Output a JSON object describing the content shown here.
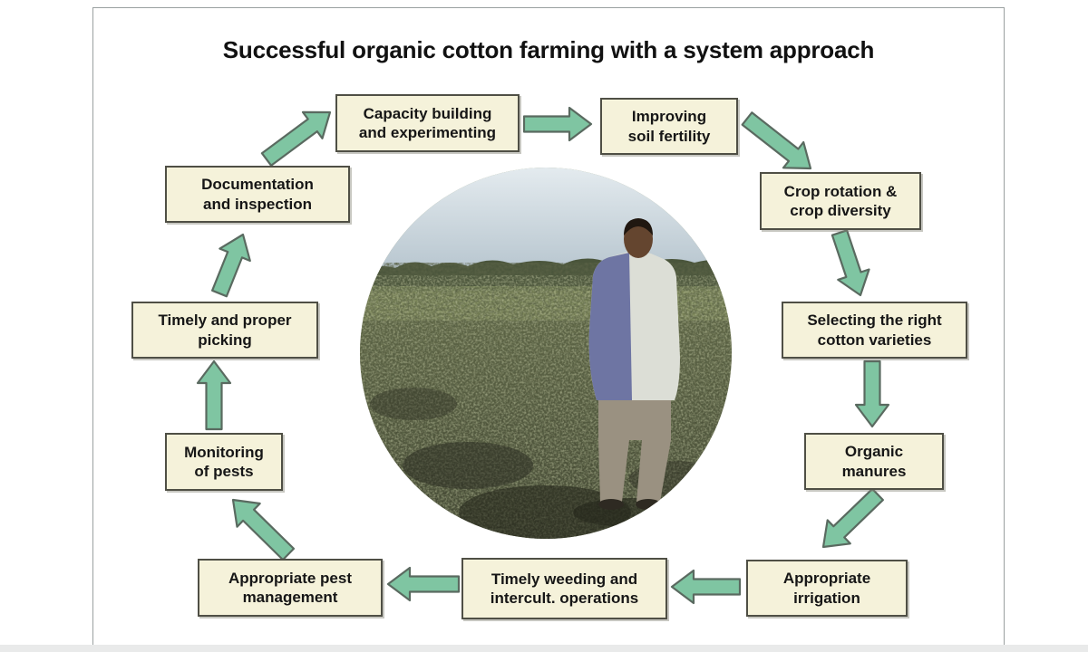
{
  "title": "Successful organic cotton farming with a system approach",
  "colors": {
    "box_fill": "#f5f2da",
    "box_border": "#4f4f45",
    "arrow_fill": "#7fc5a2",
    "arrow_stroke": "#5a6a60",
    "frame_border": "#9aa0a0",
    "background": "#ffffff"
  },
  "photo": {
    "description": "Farmer standing in an organic cotton field"
  },
  "steps": [
    {
      "id": "capacity-building",
      "line1": "Capacity building",
      "line2": "and experimenting"
    },
    {
      "id": "improving-soil-fertility",
      "line1": "Improving",
      "line2": "soil fertility"
    },
    {
      "id": "crop-rotation",
      "line1": "Crop rotation &",
      "line2": "crop diversity"
    },
    {
      "id": "selecting-varieties",
      "line1": "Selecting the right",
      "line2": "cotton varieties"
    },
    {
      "id": "organic-manures",
      "line1": "Organic",
      "line2": "manures"
    },
    {
      "id": "appropriate-irrigation",
      "line1": "Appropriate",
      "line2": "irrigation"
    },
    {
      "id": "timely-weeding",
      "line1": "Timely weeding and",
      "line2": "intercult. operations"
    },
    {
      "id": "pest-management",
      "line1": "Appropriate pest",
      "line2": "management"
    },
    {
      "id": "monitoring-pests",
      "line1": "Monitoring",
      "line2": "of pests"
    },
    {
      "id": "timely-picking",
      "line1": "Timely and proper",
      "line2": "picking"
    },
    {
      "id": "documentation",
      "line1": "Documentation",
      "line2": "and inspection"
    }
  ],
  "arrows": [
    {
      "from": "documentation",
      "to": "capacity-building"
    },
    {
      "from": "capacity-building",
      "to": "improving-soil-fertility"
    },
    {
      "from": "improving-soil-fertility",
      "to": "crop-rotation"
    },
    {
      "from": "crop-rotation",
      "to": "selecting-varieties"
    },
    {
      "from": "selecting-varieties",
      "to": "organic-manures"
    },
    {
      "from": "organic-manures",
      "to": "appropriate-irrigation"
    },
    {
      "from": "appropriate-irrigation",
      "to": "timely-weeding"
    },
    {
      "from": "timely-weeding",
      "to": "pest-management"
    },
    {
      "from": "pest-management",
      "to": "monitoring-pests"
    },
    {
      "from": "monitoring-pests",
      "to": "timely-picking"
    },
    {
      "from": "timely-picking",
      "to": "documentation"
    }
  ]
}
